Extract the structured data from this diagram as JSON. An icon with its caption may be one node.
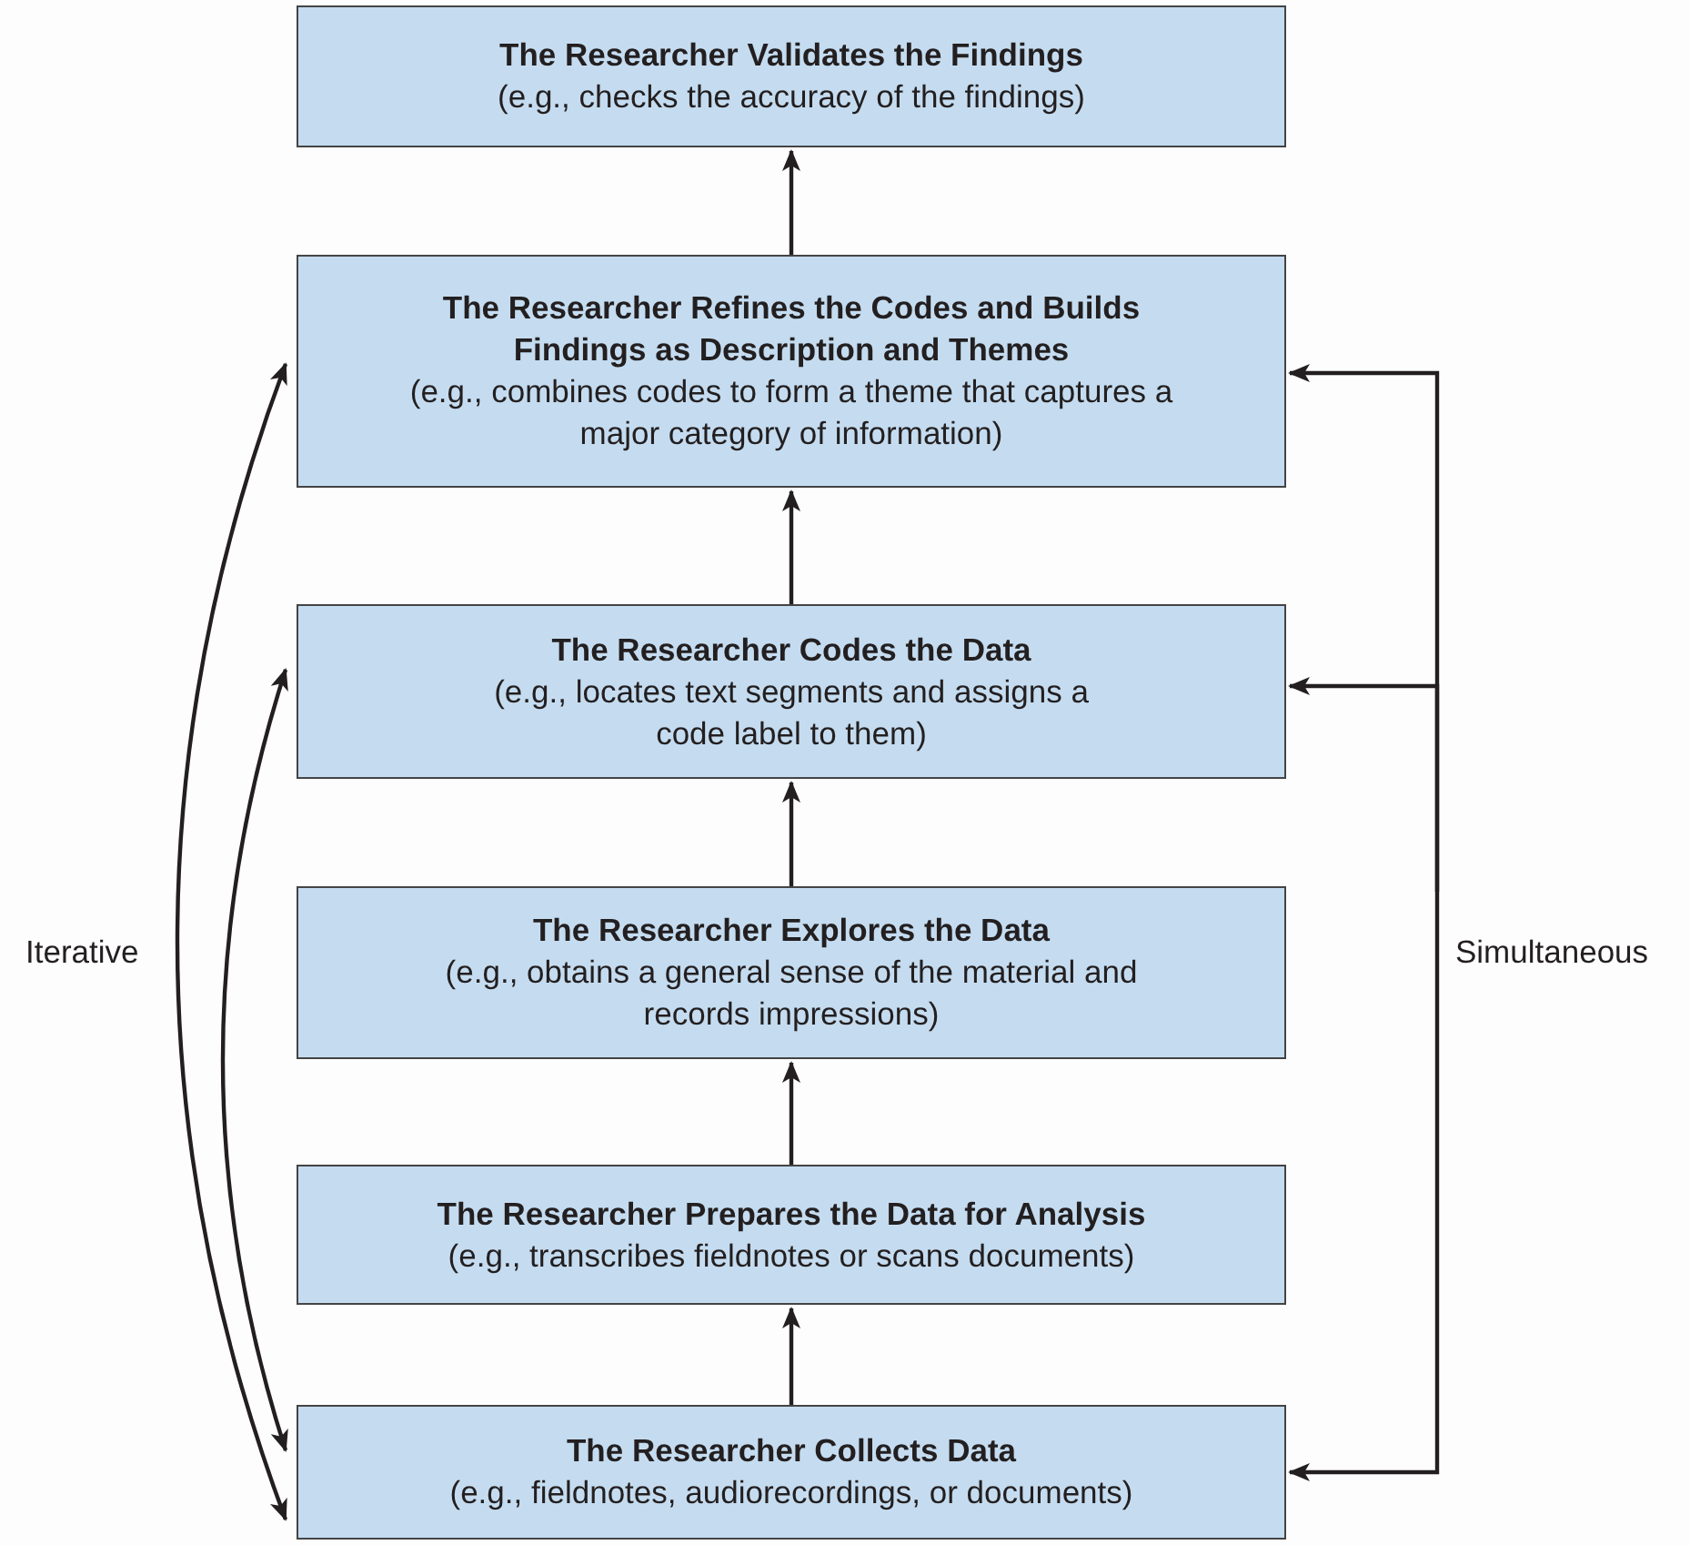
{
  "diagram": {
    "nodes": [
      {
        "text": [
          "The Researcher Validates the Findings",
          "(e.g., checks the accuracy of the findings)"
        ]
      },
      {
        "text": [
          "The Researcher Refines the Codes and Builds Findings as Description and Themes",
          "(e.g., combines codes to form a theme that captures a major category of information)"
        ]
      },
      {
        "text": [
          "The Researcher Codes the Data",
          "(e.g., locates text segments and assigns a code label to them)"
        ]
      },
      {
        "text": [
          "The Researcher Explores the Data",
          "(e.g., obtains a general sense of the material and records impressions)"
        ]
      },
      {
        "text": [
          "The Researcher Prepares the Data for Analysis",
          "(e.g., transcribes fieldnotes or scans documents)"
        ]
      },
      {
        "text": [
          "The Researcher Collects Data",
          "(e.g., fieldnotes, audiorecordings, or documents)"
        ]
      }
    ],
    "edges": [
      {
        "from": 5,
        "to": 4,
        "arrow": "to"
      },
      {
        "from": 4,
        "to": 3,
        "arrow": "to"
      },
      {
        "from": 3,
        "to": 2,
        "arrow": "to"
      },
      {
        "from": 2,
        "to": 1,
        "arrow": "to"
      },
      {
        "from": 1,
        "to": 0,
        "arrow": "to"
      },
      {
        "from": 5,
        "to": 1,
        "arrow": "both"
      },
      {
        "from": 5,
        "to": 2,
        "arrow": "both"
      },
      {
        "from": null,
        "to": 1,
        "arrow": "to"
      },
      {
        "from": null,
        "to": 2,
        "arrow": "to"
      },
      {
        "from": null,
        "to": 5,
        "arrow": "to"
      }
    ],
    "labels": [
      "Iterative",
      "Simultaneous"
    ]
  }
}
